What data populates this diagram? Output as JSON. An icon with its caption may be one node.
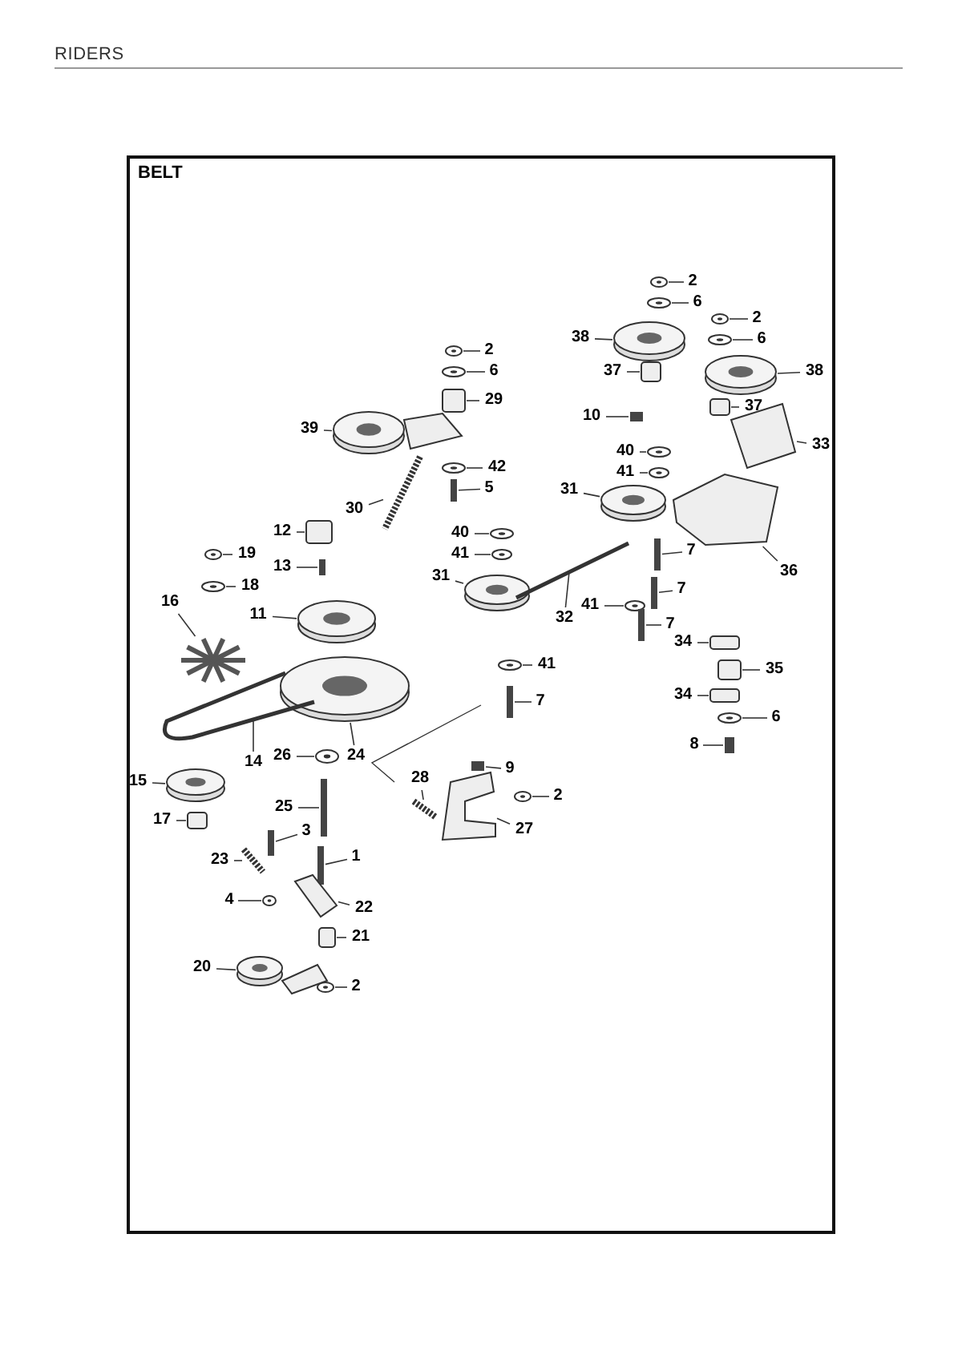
{
  "diagram": {
    "title": "BELT",
    "labels": [
      "RIDERS"
    ],
    "nodes": [
      {
        "text": [
          "2"
        ]
      },
      {
        "text": [
          "6"
        ]
      },
      {
        "text": [
          "2"
        ]
      },
      {
        "text": [
          "2"
        ]
      },
      {
        "text": [
          "38"
        ]
      },
      {
        "text": [
          "6"
        ]
      },
      {
        "text": [
          "6"
        ]
      },
      {
        "text": [
          "37"
        ]
      },
      {
        "text": [
          "38"
        ]
      },
      {
        "text": [
          "29"
        ]
      },
      {
        "text": [
          "37"
        ]
      },
      {
        "text": [
          "39"
        ]
      },
      {
        "text": [
          "10"
        ]
      },
      {
        "text": [
          "33"
        ]
      },
      {
        "text": [
          "40"
        ]
      },
      {
        "text": [
          "42"
        ]
      },
      {
        "text": [
          "41"
        ]
      },
      {
        "text": [
          "5"
        ]
      },
      {
        "text": [
          "31"
        ]
      },
      {
        "text": [
          "30"
        ]
      },
      {
        "text": [
          "12"
        ]
      },
      {
        "text": [
          "40"
        ]
      },
      {
        "text": [
          "7"
        ]
      },
      {
        "text": [
          "36"
        ]
      },
      {
        "text": [
          "19"
        ]
      },
      {
        "text": [
          "41"
        ]
      },
      {
        "text": [
          "13"
        ]
      },
      {
        "text": [
          "31"
        ]
      },
      {
        "text": [
          "18"
        ]
      },
      {
        "text": [
          "7"
        ]
      },
      {
        "text": [
          "16"
        ]
      },
      {
        "text": [
          "32"
        ]
      },
      {
        "text": [
          "41"
        ]
      },
      {
        "text": [
          "7"
        ]
      },
      {
        "text": [
          "11"
        ]
      },
      {
        "text": [
          "34"
        ]
      },
      {
        "text": [
          "35"
        ]
      },
      {
        "text": [
          "41"
        ]
      },
      {
        "text": [
          "7"
        ]
      },
      {
        "text": [
          "34"
        ]
      },
      {
        "text": [
          "6"
        ]
      },
      {
        "text": [
          "26"
        ]
      },
      {
        "text": [
          "24"
        ]
      },
      {
        "text": [
          "8"
        ]
      },
      {
        "text": [
          "14"
        ]
      },
      {
        "text": [
          "9"
        ]
      },
      {
        "text": [
          "28"
        ]
      },
      {
        "text": [
          "15"
        ]
      },
      {
        "text": [
          "2"
        ]
      },
      {
        "text": [
          "25"
        ]
      },
      {
        "text": [
          "17"
        ]
      },
      {
        "text": [
          "3"
        ]
      },
      {
        "text": [
          "27"
        ]
      },
      {
        "text": [
          "1"
        ]
      },
      {
        "text": [
          "23"
        ]
      },
      {
        "text": [
          "4"
        ]
      },
      {
        "text": [
          "22"
        ]
      },
      {
        "text": [
          "21"
        ]
      },
      {
        "text": [
          "20"
        ]
      },
      {
        "text": [
          "2"
        ]
      },
      {
        "text": [],
        "shape": "washer"
      },
      {
        "text": [],
        "shape": "washer"
      },
      {
        "text": [],
        "shape": "washer"
      },
      {
        "text": [],
        "shape": "washer"
      },
      {
        "text": [],
        "shape": "pulley"
      },
      {
        "text": [],
        "shape": "washer"
      },
      {
        "text": [],
        "shape": "washer"
      },
      {
        "text": [],
        "shape": "spacer"
      },
      {
        "text": [],
        "shape": "pulley"
      },
      {
        "text": [],
        "shape": "spacer"
      },
      {
        "text": [],
        "shape": "spacer"
      },
      {
        "text": [],
        "shape": "pulley"
      },
      {
        "text": [],
        "shape": "bolt"
      },
      {
        "text": [],
        "shape": "bracket"
      },
      {
        "text": [],
        "shape": "washer"
      },
      {
        "text": [],
        "shape": "washer"
      },
      {
        "text": [],
        "shape": "washer"
      },
      {
        "text": [],
        "shape": "bolt"
      },
      {
        "text": [],
        "shape": "pulley"
      },
      {
        "text": [],
        "shape": "spring"
      },
      {
        "text": [],
        "shape": "spacer"
      },
      {
        "text": [],
        "shape": "washer"
      },
      {
        "text": [],
        "shape": "bolt"
      },
      {
        "text": [],
        "shape": "bracket"
      },
      {
        "text": [],
        "shape": "washer"
      },
      {
        "text": [],
        "shape": "washer"
      },
      {
        "text": [],
        "shape": "bolt"
      },
      {
        "text": [],
        "shape": "pulley"
      },
      {
        "text": [],
        "shape": "washer"
      },
      {
        "text": [],
        "shape": "bolt"
      },
      {
        "text": [],
        "shape": "fan"
      },
      {
        "text": [],
        "shape": "belt"
      },
      {
        "text": [],
        "shape": "washer"
      },
      {
        "text": [],
        "shape": "bolt"
      },
      {
        "text": [],
        "shape": "pulley"
      },
      {
        "text": [],
        "shape": "spacer"
      },
      {
        "text": [],
        "shape": "spacer"
      },
      {
        "text": [],
        "shape": "washer"
      },
      {
        "text": [],
        "shape": "bolt"
      },
      {
        "text": [],
        "shape": "spacer"
      },
      {
        "text": [],
        "shape": "washer"
      },
      {
        "text": [],
        "shape": "washer"
      },
      {
        "text": [],
        "shape": "pulley"
      },
      {
        "text": [],
        "shape": "bolt"
      },
      {
        "text": [],
        "shape": "belt"
      },
      {
        "text": [],
        "shape": "bolt"
      },
      {
        "text": [],
        "shape": "spring"
      },
      {
        "text": [],
        "shape": "pulley"
      },
      {
        "text": [],
        "shape": "washer"
      },
      {
        "text": [],
        "shape": "bolt"
      },
      {
        "text": [],
        "shape": "spacer"
      },
      {
        "text": [],
        "shape": "bolt"
      },
      {
        "text": [],
        "shape": "bracket"
      },
      {
        "text": [],
        "shape": "bolt"
      },
      {
        "text": [],
        "shape": "spring"
      },
      {
        "text": [],
        "shape": "washer"
      },
      {
        "text": [],
        "shape": "bracket"
      },
      {
        "text": [],
        "shape": "spacer"
      },
      {
        "text": [],
        "shape": "pulley"
      },
      {
        "text": [],
        "shape": "washer"
      }
    ],
    "edges": [
      {
        "from": 0,
        "to": 60,
        "arrow": "none"
      },
      {
        "from": 1,
        "to": 61,
        "arrow": "none"
      },
      {
        "from": 2,
        "to": 62,
        "arrow": "none"
      },
      {
        "from": 3,
        "to": 63,
        "arrow": "none"
      },
      {
        "from": 4,
        "to": 64,
        "arrow": "none"
      },
      {
        "from": 5,
        "to": 65,
        "arrow": "none"
      },
      {
        "from": 6,
        "to": 66,
        "arrow": "none"
      },
      {
        "from": 7,
        "to": 67,
        "arrow": "none"
      },
      {
        "from": 8,
        "to": 68,
        "arrow": "none"
      },
      {
        "from": 9,
        "to": 69,
        "arrow": "none"
      },
      {
        "from": 10,
        "to": 70,
        "arrow": "none"
      },
      {
        "from": 11,
        "to": 71,
        "arrow": "none"
      },
      {
        "from": 12,
        "to": 72,
        "arrow": "none"
      },
      {
        "from": 13,
        "to": 73,
        "arrow": "none"
      },
      {
        "from": 14,
        "to": 74,
        "arrow": "none"
      },
      {
        "from": 15,
        "to": 75,
        "arrow": "none"
      },
      {
        "from": 16,
        "to": 76,
        "arrow": "none"
      },
      {
        "from": 17,
        "to": 77,
        "arrow": "none"
      },
      {
        "from": 18,
        "to": 78,
        "arrow": "none"
      },
      {
        "from": 19,
        "to": 79,
        "arrow": "none"
      },
      {
        "from": 20,
        "to": 80,
        "arrow": "none"
      },
      {
        "from": 21,
        "to": 81,
        "arrow": "none"
      },
      {
        "from": 22,
        "to": 82,
        "arrow": "none"
      },
      {
        "from": 23,
        "to": 83,
        "arrow": "none"
      },
      {
        "from": 24,
        "to": 84,
        "arrow": "none"
      },
      {
        "from": 25,
        "to": 85,
        "arrow": "none"
      },
      {
        "from": 26,
        "to": 86,
        "arrow": "none"
      },
      {
        "from": 27,
        "to": 87,
        "arrow": "none"
      },
      {
        "from": 28,
        "to": 88,
        "arrow": "none"
      },
      {
        "from": 29,
        "to": 89,
        "arrow": "none"
      },
      {
        "from": 30,
        "to": 90,
        "arrow": "none"
      },
      {
        "from": 31,
        "to": 91,
        "arrow": "none"
      },
      {
        "from": 32,
        "to": 92,
        "arrow": "none"
      },
      {
        "from": 33,
        "to": 93,
        "arrow": "none"
      },
      {
        "from": 34,
        "to": 94,
        "arrow": "none"
      },
      {
        "from": 35,
        "to": 95,
        "arrow": "none"
      },
      {
        "from": 36,
        "to": 96,
        "arrow": "none"
      },
      {
        "from": 37,
        "to": 97,
        "arrow": "none"
      },
      {
        "from": 38,
        "to": 98,
        "arrow": "none"
      },
      {
        "from": 39,
        "to": 99,
        "arrow": "none"
      },
      {
        "from": 40,
        "to": 100,
        "arrow": "none"
      },
      {
        "from": 41,
        "to": 101,
        "arrow": "none"
      },
      {
        "from": 42,
        "to": 102,
        "arrow": "none"
      },
      {
        "from": 43,
        "to": 103,
        "arrow": "none"
      },
      {
        "from": 44,
        "to": 104,
        "arrow": "none"
      },
      {
        "from": 45,
        "to": 105,
        "arrow": "none"
      },
      {
        "from": 46,
        "to": 106,
        "arrow": "none"
      },
      {
        "from": 47,
        "to": 107,
        "arrow": "none"
      },
      {
        "from": 48,
        "to": 108,
        "arrow": "none"
      },
      {
        "from": 49,
        "to": 109,
        "arrow": "none"
      },
      {
        "from": 50,
        "to": 110,
        "arrow": "none"
      },
      {
        "from": 51,
        "to": 111,
        "arrow": "none"
      },
      {
        "from": 52,
        "to": 112,
        "arrow": "none"
      },
      {
        "from": 53,
        "to": 113,
        "arrow": "none"
      },
      {
        "from": 54,
        "to": 114,
        "arrow": "none"
      },
      {
        "from": 55,
        "to": 115,
        "arrow": "none"
      },
      {
        "from": 56,
        "to": 116,
        "arrow": "none"
      },
      {
        "from": 57,
        "to": 117,
        "arrow": "none"
      },
      {
        "from": 58,
        "to": 118,
        "arrow": "none"
      },
      {
        "from": 59,
        "to": 119,
        "arrow": "none"
      }
    ]
  }
}
